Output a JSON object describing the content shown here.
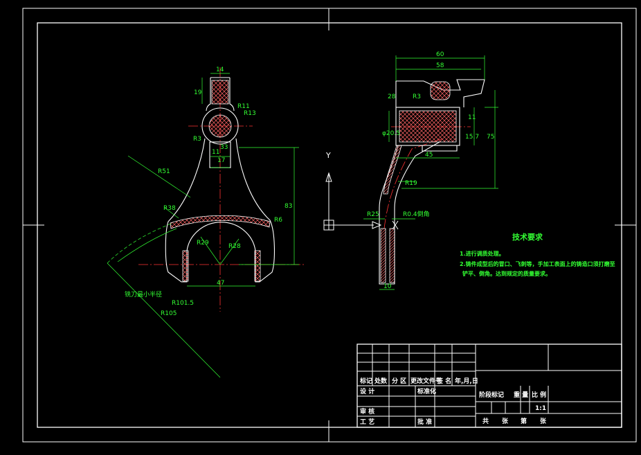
{
  "front_view": {
    "dims": [
      "14",
      "19",
      "R11",
      "R13",
      "R3",
      "11",
      "33",
      "17",
      "R51",
      "R38",
      "83",
      "R6",
      "R29",
      "R28",
      "47",
      "R101.5",
      "R105"
    ],
    "note": "铣刀最小半径"
  },
  "side_view": {
    "dims": [
      "60",
      "58",
      "28",
      "R3",
      "φ20.5",
      "11",
      "15.7",
      "75",
      "45",
      "R19",
      "R25",
      "R0.4倒角",
      "10"
    ]
  },
  "axis": {
    "y_label": "Y"
  },
  "tech_requirements": {
    "title": "技术要求",
    "items": [
      "1.进行调质处理。",
      "2.铸件成型后的冒口、飞刺等，手加工表面上的铸造口须打磨至",
      "铲平、倒角。达到规定的质量要求。"
    ]
  },
  "title_block": {
    "row1": [
      "标记",
      "处数",
      "分 区",
      "更改文件号",
      "签 名",
      "年,月,日"
    ],
    "design": "设 计",
    "standard": "标准化",
    "review": "审 核",
    "process": "工 艺",
    "approve": "批 准",
    "stage_headers": [
      "阶段标记",
      "重 量",
      "比 例"
    ],
    "scale": "1:1",
    "sheets": [
      "共",
      "张",
      "第",
      "张"
    ]
  },
  "colors": {
    "frame": "#ffffff",
    "part": "#ffffff",
    "dim": "#33ff33",
    "center": "#ff3333",
    "hatch": "#ff5555"
  }
}
